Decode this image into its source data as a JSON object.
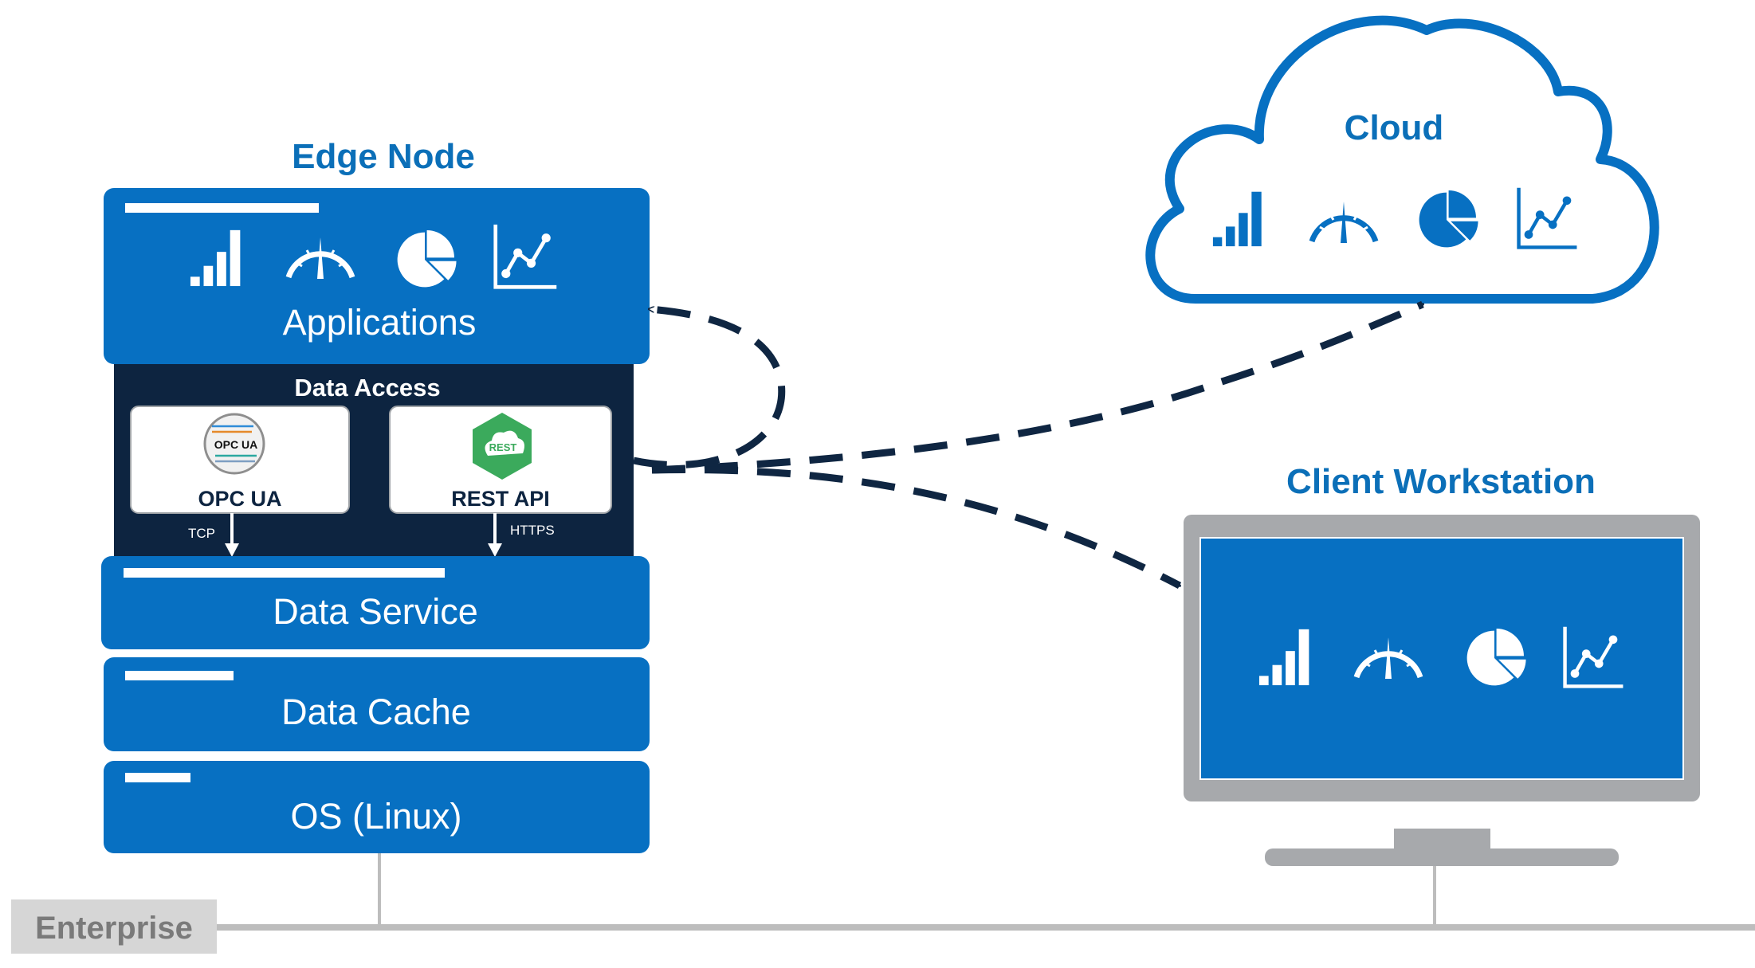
{
  "edge_node": {
    "title": "Edge Node",
    "layers": {
      "applications": "Applications",
      "data_access": "Data Access",
      "data_service": "Data Service",
      "data_cache": "Data Cache",
      "os": "OS (Linux)"
    },
    "access_modules": {
      "opc": {
        "logo_text": "OPC UA",
        "label": "OPC UA",
        "protocol": "TCP"
      },
      "rest": {
        "logo_text": "REST",
        "label": "REST API",
        "protocol": "HTTPS"
      }
    }
  },
  "cloud": {
    "title": "Cloud"
  },
  "client_workstation": {
    "title": "Client Workstation"
  },
  "network": {
    "label": "Enterprise"
  },
  "icons": [
    "bar-chart-icon",
    "gauge-icon",
    "pie-chart-icon",
    "line-chart-icon"
  ],
  "colors": {
    "brand_blue": "#0770C2",
    "title_blue": "#0B6FB8",
    "dark_navy": "#0D2440",
    "arrow_navy": "#0F2642",
    "monitor_gray": "#A7A9AC",
    "network_gray": "#BDBDBD",
    "rest_green": "#3BAA5C",
    "label_gray": "#7A7A7A"
  }
}
